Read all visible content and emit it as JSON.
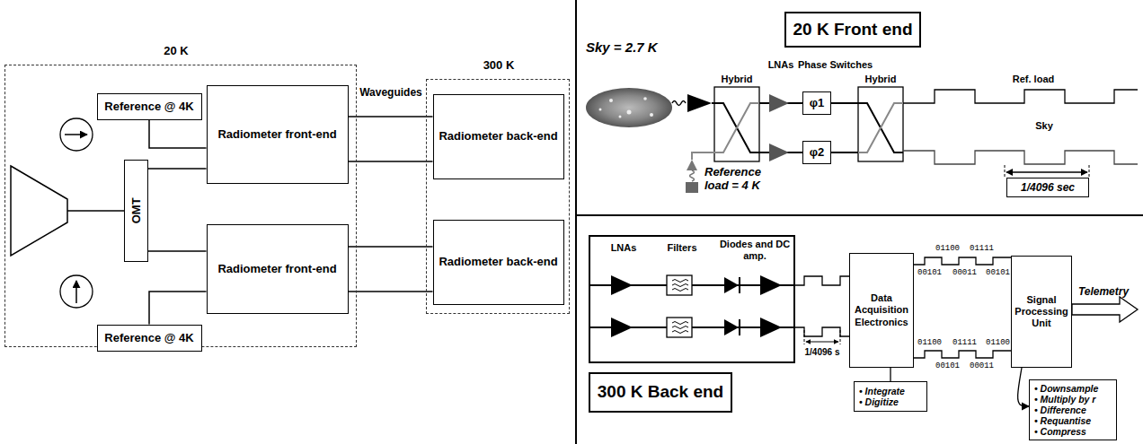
{
  "diagram": {
    "nodes": [
      {
        "text": [
          "20 K"
        ]
      },
      {
        "text": [
          "Reference @ 4K"
        ],
        "in": 0
      },
      {
        "text": [
          "Radiometer front-end"
        ],
        "in": 0
      },
      {
        "text": [
          "OMT"
        ],
        "in": 0
      },
      {
        "text": [
          "Radiometer front-end"
        ],
        "in": 0
      },
      {
        "text": [
          "Reference @ 4K"
        ],
        "in": 0
      },
      {
        "text": [
          "300 K"
        ]
      },
      {
        "text": [
          "Radiometer back-end"
        ],
        "in": 6
      },
      {
        "text": [
          "Radiometer back-end"
        ],
        "in": 6
      },
      {
        "text": [
          "20 K Front end"
        ]
      },
      {
        "text": [
          "φ1"
        ]
      },
      {
        "text": [
          "φ2"
        ]
      },
      {
        "text": [
          "1/4096 sec"
        ]
      },
      {
        "text": [
          "LNAs",
          "Filters",
          "Diodes and DC amp."
        ]
      },
      {
        "text": [
          "Data Acquisition Electronics"
        ]
      },
      {
        "text": [
          "Signal Processing Unit"
        ]
      },
      {
        "text": [
          "• Integrate",
          "• Digitize"
        ]
      },
      {
        "text": [
          "• Downsample",
          "• Multiply by r",
          "• Difference",
          "• Requantise",
          "• Compress"
        ]
      },
      {
        "text": [
          "300 K Back end"
        ]
      }
    ],
    "edges": [
      {
        "from": 1,
        "to": 2,
        "arrow": "none"
      },
      {
        "from": 3,
        "to": 2,
        "arrow": "none"
      },
      {
        "from": 3,
        "to": 4,
        "arrow": "none"
      },
      {
        "from": 5,
        "to": 4,
        "arrow": "none"
      },
      {
        "from": 2,
        "to": 7,
        "arrow": "none"
      },
      {
        "from": 2,
        "to": 7,
        "arrow": "none"
      },
      {
        "from": 4,
        "to": 8,
        "arrow": "none"
      },
      {
        "from": 4,
        "to": 8,
        "arrow": "none"
      },
      {
        "from": 13,
        "to": 14,
        "arrow": "none"
      },
      {
        "from": 13,
        "to": 14,
        "arrow": "none"
      },
      {
        "from": 14,
        "to": 15,
        "arrow": "none"
      },
      {
        "from": 14,
        "to": 15,
        "arrow": "none"
      },
      {
        "from": 14,
        "to": 16,
        "arrow": "none"
      },
      {
        "from": 15,
        "to": 17,
        "arrow": "to"
      }
    ],
    "labels": [
      "Waveguides",
      "Sky = 2.7 K",
      "Hybrid",
      "LNAs",
      "Phase Switches",
      "Hybrid",
      "Ref. load",
      "Sky",
      "Reference load = 4 K",
      "1/4096 s",
      "00101",
      "01100",
      "00011",
      "01111",
      "00101",
      "01100",
      "00101",
      "01111",
      "00011",
      "01100",
      "Telemetry"
    ]
  }
}
